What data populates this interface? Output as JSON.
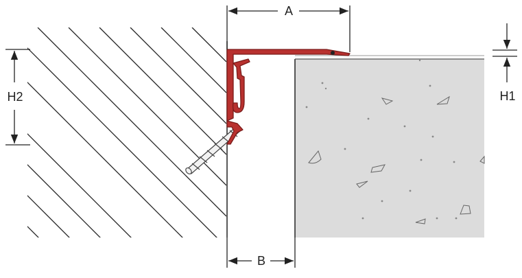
{
  "labels": {
    "a": "A",
    "b": "B",
    "h1": "H1",
    "h2": "H2"
  },
  "colors": {
    "profile": "#b8312f",
    "profile_dark": "#7a1c1a",
    "concrete": "#dcdcdc",
    "line": "#222222",
    "hatch": "#222222"
  }
}
